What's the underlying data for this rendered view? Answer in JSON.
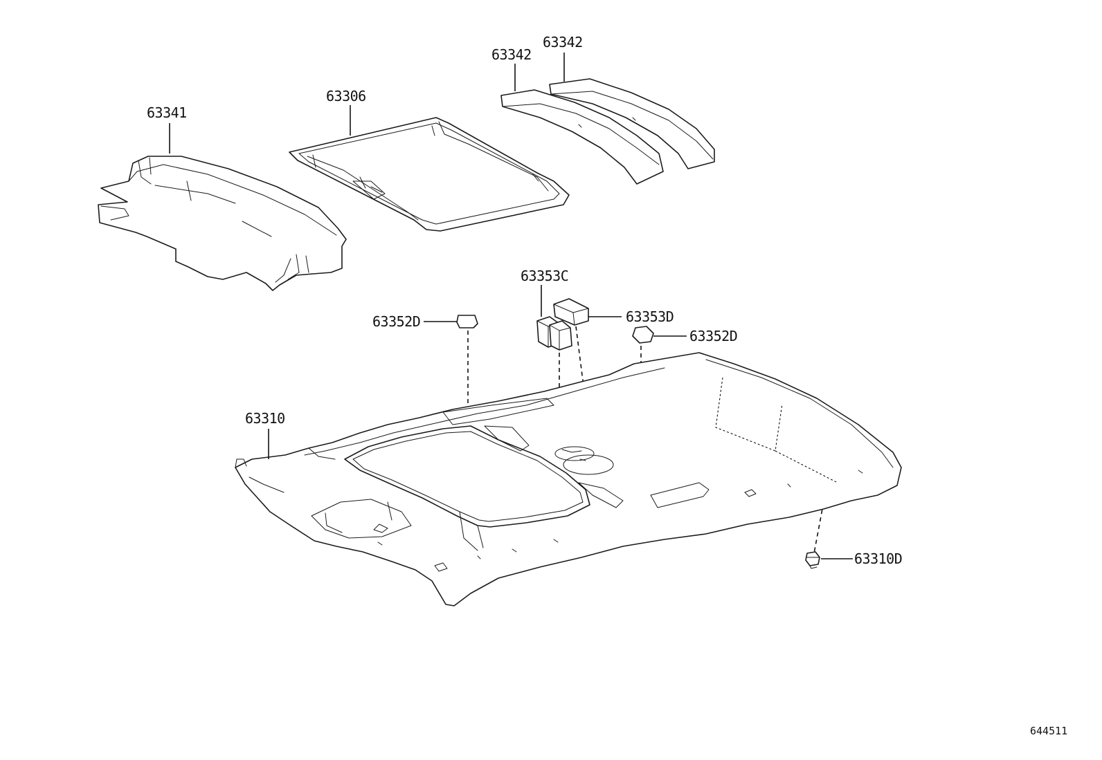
{
  "diagram_id": "644511",
  "colors": {
    "line": "#1a1a1a",
    "background": "#ffffff"
  },
  "callouts": {
    "p63341": "63341",
    "p63306": "63306",
    "p63342_a": "63342",
    "p63342_b": "63342",
    "p63353C": "63353C",
    "p63353D": "63353D",
    "p63352D_left": "63352D",
    "p63352D_right": "63352D",
    "p63310": "63310",
    "p63310D": "63310D"
  }
}
